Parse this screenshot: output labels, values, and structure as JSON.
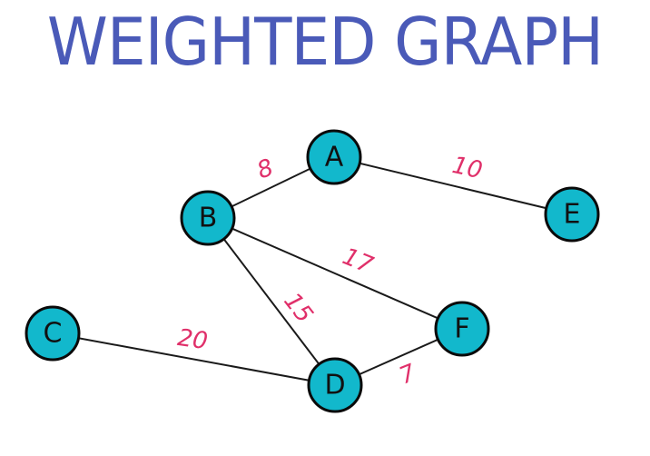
{
  "title": "WEIGHTED GRAPH",
  "colors": {
    "title": "#4a5ab8",
    "node_fill": "#12b8cc",
    "node_stroke": "#0a0a0a",
    "edge": "#1a1a1a",
    "weight": "#e0306a"
  },
  "nodes": [
    {
      "id": "A",
      "label": "A"
    },
    {
      "id": "B",
      "label": "B"
    },
    {
      "id": "C",
      "label": "C"
    },
    {
      "id": "D",
      "label": "D"
    },
    {
      "id": "E",
      "label": "E"
    },
    {
      "id": "F",
      "label": "F"
    }
  ],
  "edges": [
    {
      "from": "B",
      "to": "A",
      "weight": "8"
    },
    {
      "from": "A",
      "to": "E",
      "weight": "10"
    },
    {
      "from": "B",
      "to": "F",
      "weight": "17"
    },
    {
      "from": "B",
      "to": "D",
      "weight": "15"
    },
    {
      "from": "C",
      "to": "D",
      "weight": "20"
    },
    {
      "from": "D",
      "to": "F",
      "weight": "7"
    }
  ]
}
